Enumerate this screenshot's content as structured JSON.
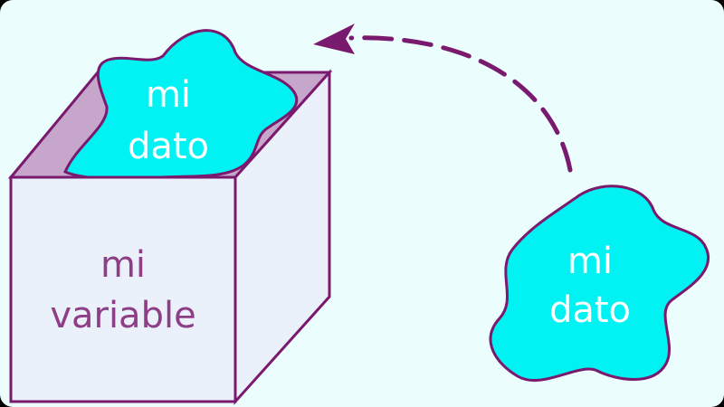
{
  "colors": {
    "background": "#ecfdfd",
    "border": "#000000",
    "box_stroke": "#7a1a6e",
    "box_front": "#ebf1fa",
    "box_side": "#ebf1fa",
    "box_inside": "#c6a7cb",
    "blob_fill": "#00f2f2",
    "blob_stroke": "#7a1a6e",
    "blob_text": "#ffffff",
    "box_text": "#8d3e86",
    "arrow": "#7a1a6e"
  },
  "box": {
    "label_line1": "mi",
    "label_line2": "variable"
  },
  "blob_in_box": {
    "label_line1": "mi",
    "label_line2": "dato"
  },
  "blob_outside": {
    "label_line1": "mi",
    "label_line2": "dato"
  },
  "arrow": {
    "style": "dashed",
    "direction": "from outside blob toward box"
  }
}
